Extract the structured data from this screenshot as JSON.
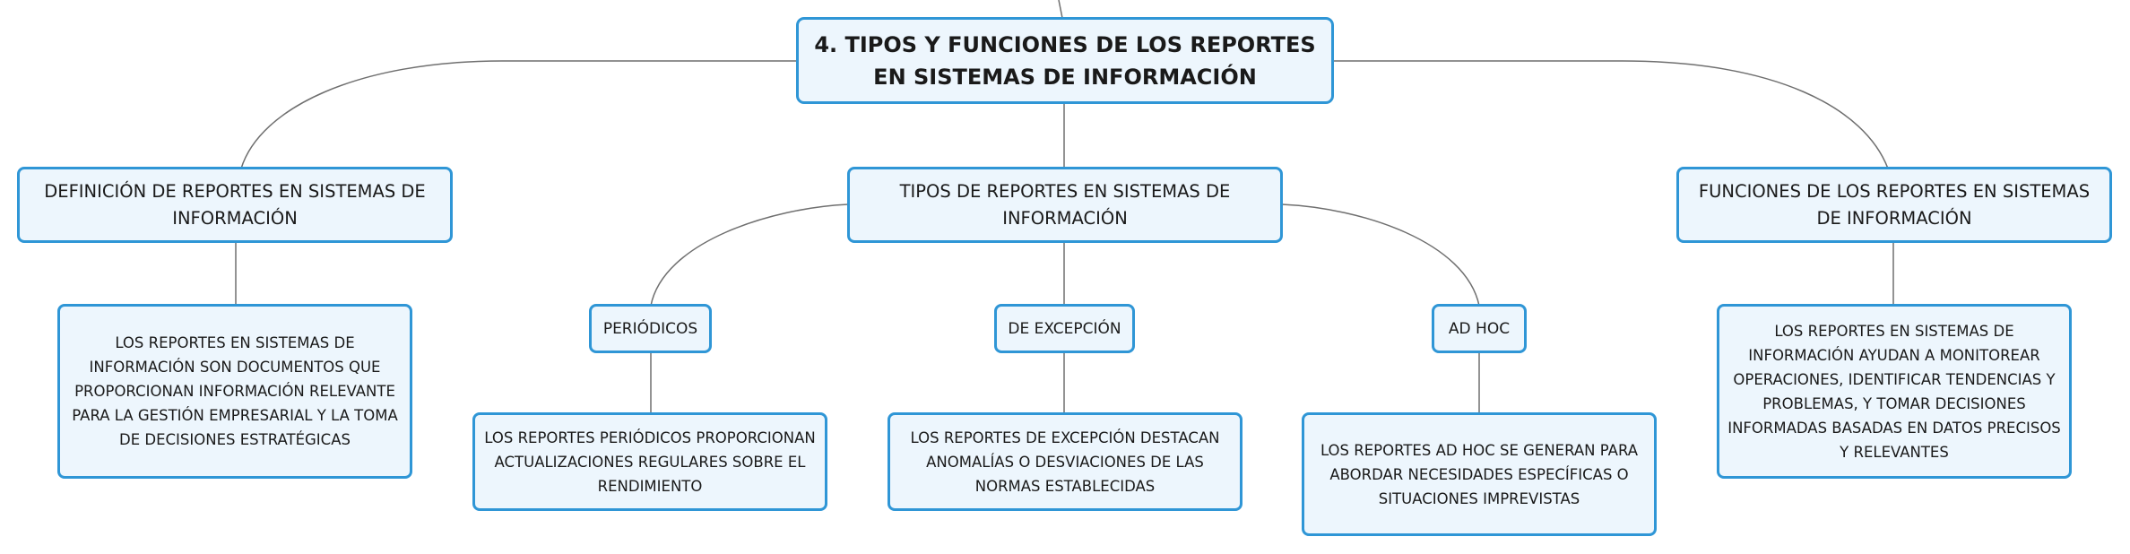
{
  "diagram": {
    "root": "4. TIPOS Y FUNCIONES DE LOS REPORTES EN SISTEMAS DE INFORMACIÓN",
    "definicion": {
      "label": "DEFINICIÓN DE REPORTES EN SISTEMAS DE INFORMACIÓN",
      "detail": "LOS REPORTES EN SISTEMAS DE INFORMACIÓN SON DOCUMENTOS QUE PROPORCIONAN INFORMACIÓN RELEVANTE PARA LA GESTIÓN EMPRESARIAL Y LA TOMA DE DECISIONES ESTRATÉGICAS"
    },
    "tipos": {
      "label": "TIPOS DE REPORTES EN SISTEMAS DE INFORMACIÓN",
      "periodicos": {
        "label": "PERIÓDICOS",
        "detail": "LOS REPORTES PERIÓDICOS PROPORCIONAN ACTUALIZACIONES REGULARES SOBRE EL RENDIMIENTO"
      },
      "excepcion": {
        "label": "DE EXCEPCIÓN",
        "detail": "LOS REPORTES DE EXCEPCIÓN DESTACAN ANOMALÍAS O DESVIACIONES DE LAS NORMAS ESTABLECIDAS"
      },
      "adhoc": {
        "label": "AD HOC",
        "detail": "LOS REPORTES AD HOC SE GENERAN PARA ABORDAR NECESIDADES ESPECÍFICAS O SITUACIONES IMPREVISTAS"
      }
    },
    "funciones": {
      "label": "FUNCIONES DE LOS REPORTES EN SISTEMAS DE INFORMACIÓN",
      "detail": "LOS REPORTES EN SISTEMAS DE INFORMACIÓN AYUDAN A MONITOREAR OPERACIONES, IDENTIFICAR TENDENCIAS Y PROBLEMAS, Y TOMAR DECISIONES INFORMADAS BASADAS EN DATOS PRECISOS Y RELEVANTES"
    }
  }
}
